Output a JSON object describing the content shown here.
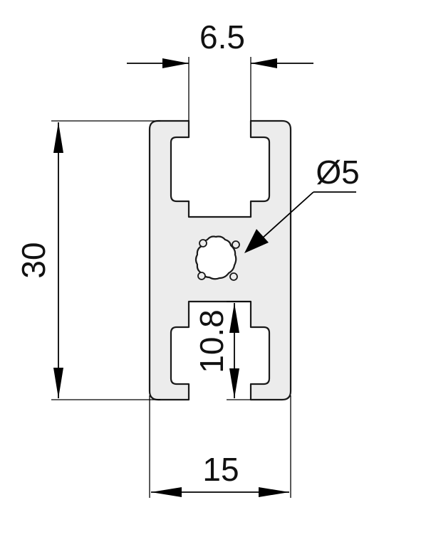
{
  "drawing": {
    "dimensions": {
      "slot_width": "6.5",
      "height": "30",
      "bore_diameter": "Ø5",
      "slot_depth": "10.8",
      "width": "15"
    },
    "colors": {
      "profile_fill": "#ececec",
      "outline": "#1a1a1a",
      "background": "#ffffff"
    }
  }
}
